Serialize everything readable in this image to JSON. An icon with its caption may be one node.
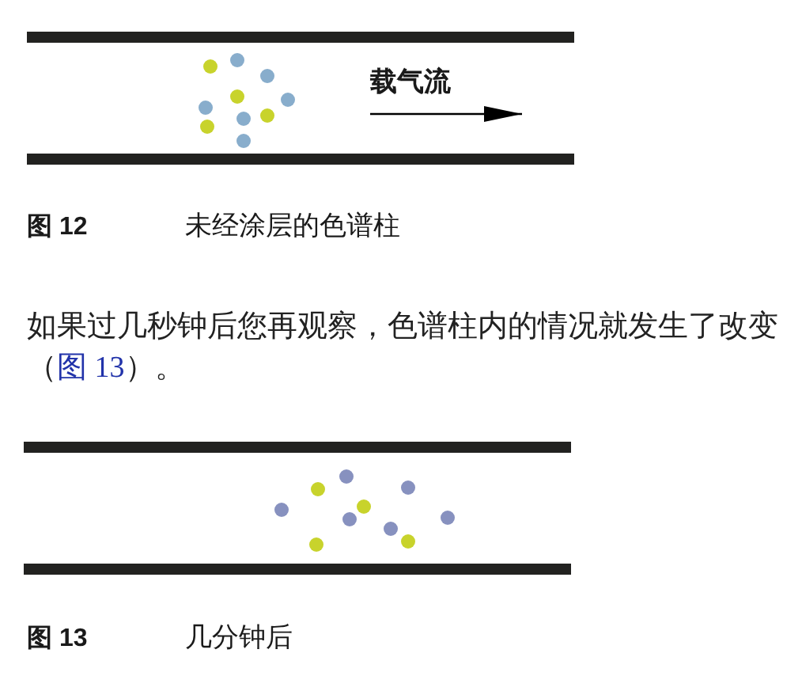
{
  "diagram": {
    "labels": [
      "载气流",
      "图 12",
      "未经涂层的色谱柱",
      "如果过几秒钟后您再观察，色谱柱内的情况就发生了改变（图 13）。",
      "图 13",
      "几分钟后"
    ]
  }
}
